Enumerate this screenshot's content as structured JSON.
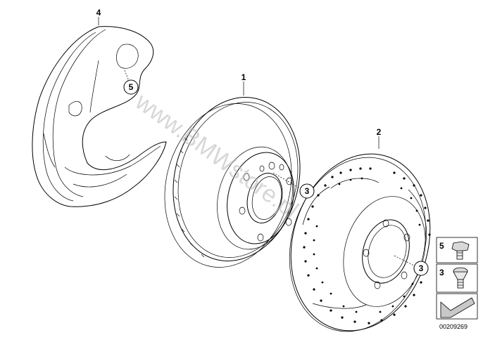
{
  "watermark": "www.BMWstore.pl",
  "document_number": "00209269",
  "callouts": {
    "part1": "1",
    "part2": "2",
    "part3_a": "3",
    "part3_b": "3",
    "part4": "4",
    "part5": "5"
  },
  "legend": {
    "item5_label": "5",
    "item3_label": "3"
  },
  "icons": [
    "brake-shield-icon",
    "vented-brake-disc-icon",
    "drilled-brake-disc-icon",
    "hex-bolt-icon",
    "countersunk-screw-icon",
    "arrow-icon"
  ]
}
